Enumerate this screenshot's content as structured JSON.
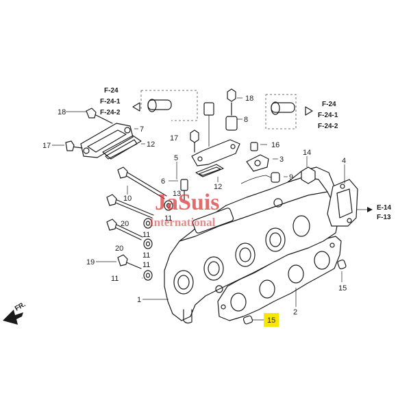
{
  "references": {
    "left_group": [
      "F-24",
      "F-24-1",
      "F-24-2"
    ],
    "right_group": [
      "F-24",
      "F-24-1",
      "F-24-2"
    ],
    "exhaust_group": [
      "E-14",
      "F-13"
    ]
  },
  "front_marker": "FR.",
  "watermark": {
    "line1": "JaSuis",
    "line2": "International"
  },
  "highlight_color": "#f7e600",
  "accent_color": "#d93a3a",
  "callouts": {
    "c1": "1",
    "c2": "2",
    "c3": "3",
    "c4": "4",
    "c5": "5",
    "c6": "6",
    "c7": "7",
    "c8": "8",
    "c9": "9",
    "c10": "10",
    "c11a": "11",
    "c11b": "11",
    "c11c": "11",
    "c11d": "11",
    "c11e": "11",
    "c12a": "12",
    "c12b": "12",
    "c13": "13",
    "c14": "14",
    "c15a": "15",
    "c15b": "15",
    "c16": "16",
    "c17a": "17",
    "c17b": "17",
    "c18a": "18",
    "c18b": "18",
    "c19": "19",
    "c20a": "20",
    "c20b": "20"
  }
}
